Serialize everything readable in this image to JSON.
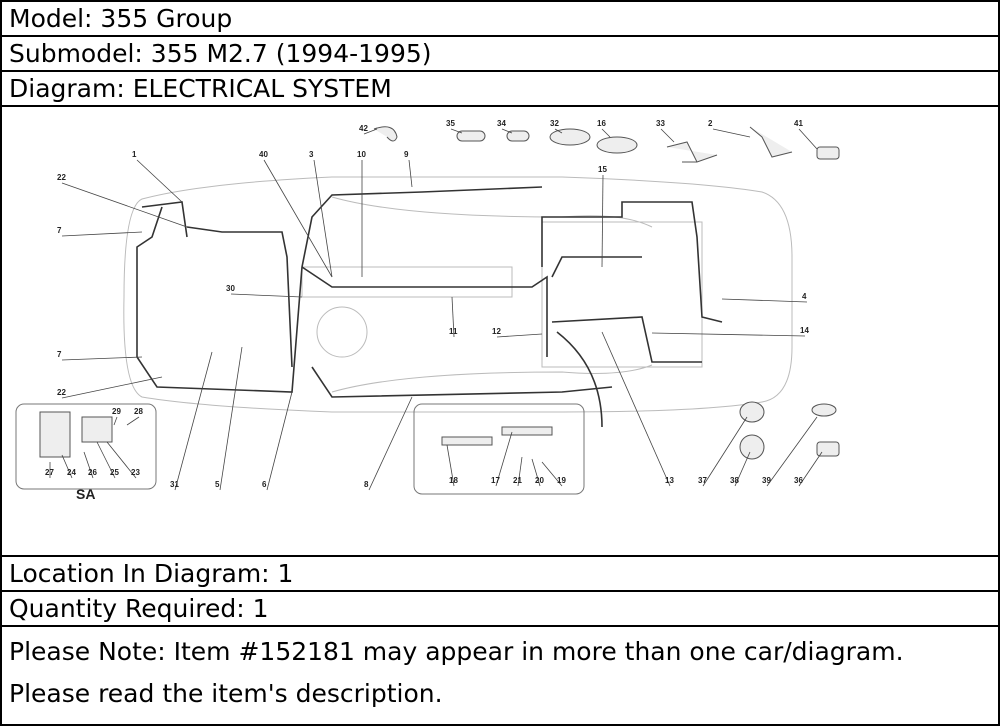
{
  "model": "Model: 355 Group",
  "submodel": "Submodel: 355 M2.7 (1994-1995)",
  "diagram_title": "Diagram: ELECTRICAL SYSTEM",
  "diagram": {
    "callouts": [
      "42",
      "35",
      "34",
      "32",
      "16",
      "33",
      "2",
      "41",
      "1",
      "40",
      "3",
      "10",
      "9",
      "15",
      "22",
      "7",
      "30",
      "4",
      "11",
      "12",
      "14",
      "7",
      "22",
      "29",
      "28",
      "27",
      "24",
      "26",
      "25",
      "23",
      "31",
      "5",
      "6",
      "8",
      "18",
      "17",
      "21",
      "20",
      "19",
      "13",
      "37",
      "38",
      "39",
      "36"
    ],
    "inset_label": "SA"
  },
  "location": "Location In Diagram: 1",
  "quantity": "Quantity Required: 1",
  "note": "Please Note: Item #152181 may appear in more than one car/diagram. Please read the item's description."
}
